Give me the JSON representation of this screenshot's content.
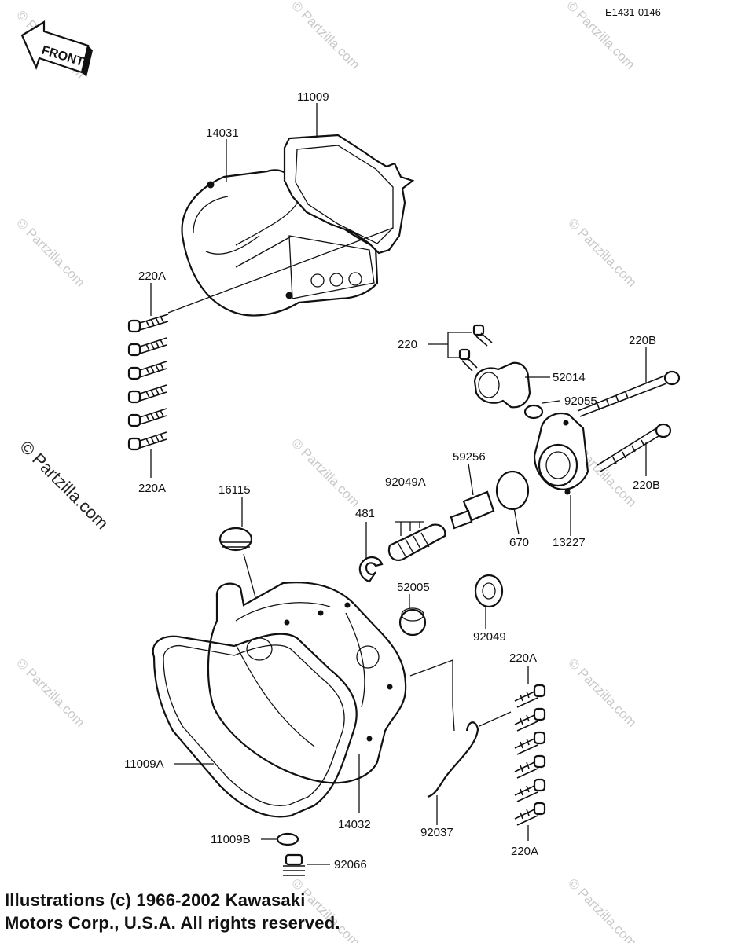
{
  "diagram_code": "E1431-0146",
  "front_arrow_label": "FRONT",
  "labels": {
    "p11009": "11009",
    "p14031": "14031",
    "p220A_top1": "220A",
    "p220A_top2": "220A",
    "p220": "220",
    "p52014": "52014",
    "p92055": "92055",
    "p220B_1": "220B",
    "p220B_2": "220B",
    "p13227": "13227",
    "p670": "670",
    "p59256": "59256",
    "p92049A": "92049A",
    "p481": "481",
    "p16115": "16115",
    "p52005": "52005",
    "p92049": "92049",
    "p220A_r1": "220A",
    "p220A_r2": "220A",
    "p11009A": "11009A",
    "p14032": "14032",
    "p92037": "92037",
    "p11009B": "11009B",
    "p92066": "92066"
  },
  "watermark": "© Partzilla.com",
  "watermark_side": "© Partzilla.com",
  "copyright_line1": "Illustrations (c) 1966-2002 Kawasaki",
  "copyright_line2": "Motors Corp., U.S.A.  All rights reserved."
}
